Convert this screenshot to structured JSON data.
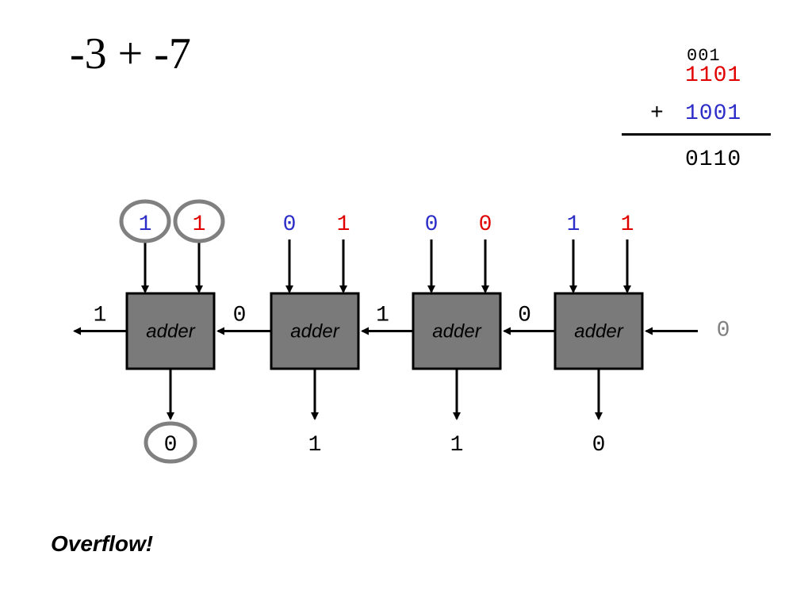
{
  "title": "-3 + -7",
  "arithmetic": {
    "carries": "001",
    "operand_a": "1101",
    "plus": "+",
    "operand_b": "1001",
    "result": "0110"
  },
  "adder_label": "adder",
  "adders": [
    {
      "input_a": "1",
      "input_b": "1",
      "sum": "0",
      "carry_out": "1",
      "highlight_inputs": true,
      "highlight_sum": true
    },
    {
      "input_a": "0",
      "input_b": "1",
      "sum": "1",
      "carry_out": "0",
      "highlight_inputs": false,
      "highlight_sum": false
    },
    {
      "input_a": "0",
      "input_b": "0",
      "sum": "1",
      "carry_out": "1",
      "highlight_inputs": false,
      "highlight_sum": false
    },
    {
      "input_a": "1",
      "input_b": "1",
      "sum": "0",
      "carry_out": "0",
      "highlight_inputs": false,
      "highlight_sum": false
    }
  ],
  "carry_in": "0",
  "note": "Overflow!",
  "colors": {
    "operand_a": "#e00000",
    "operand_b": "#2d2dc8",
    "adder_fill": "#7a7a7a",
    "highlight": "#808080",
    "carry_in": "#808080"
  }
}
